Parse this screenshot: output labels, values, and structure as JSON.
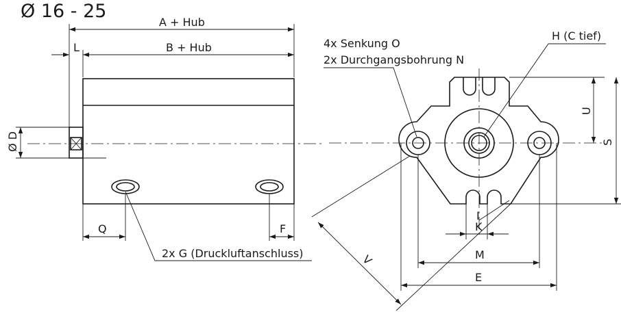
{
  "title": "Ø 16 - 25",
  "side_view": {
    "dim_A": "A + Hub",
    "dim_B": "B + Hub",
    "dim_L": "L",
    "dim_D": "Ø D",
    "dim_Q": "Q",
    "dim_F": "F",
    "callout_G": "2x G (Druckluftanschluss)"
  },
  "front_view": {
    "callout_O": "4x Senkung O",
    "callout_N": "2x Durchgangsbohrung N",
    "callout_H": "H (C tief)",
    "dim_U": "U",
    "dim_S": "S",
    "dim_I": "I",
    "dim_K": "K",
    "dim_M": "M",
    "dim_E": "E",
    "dim_V": "V"
  }
}
